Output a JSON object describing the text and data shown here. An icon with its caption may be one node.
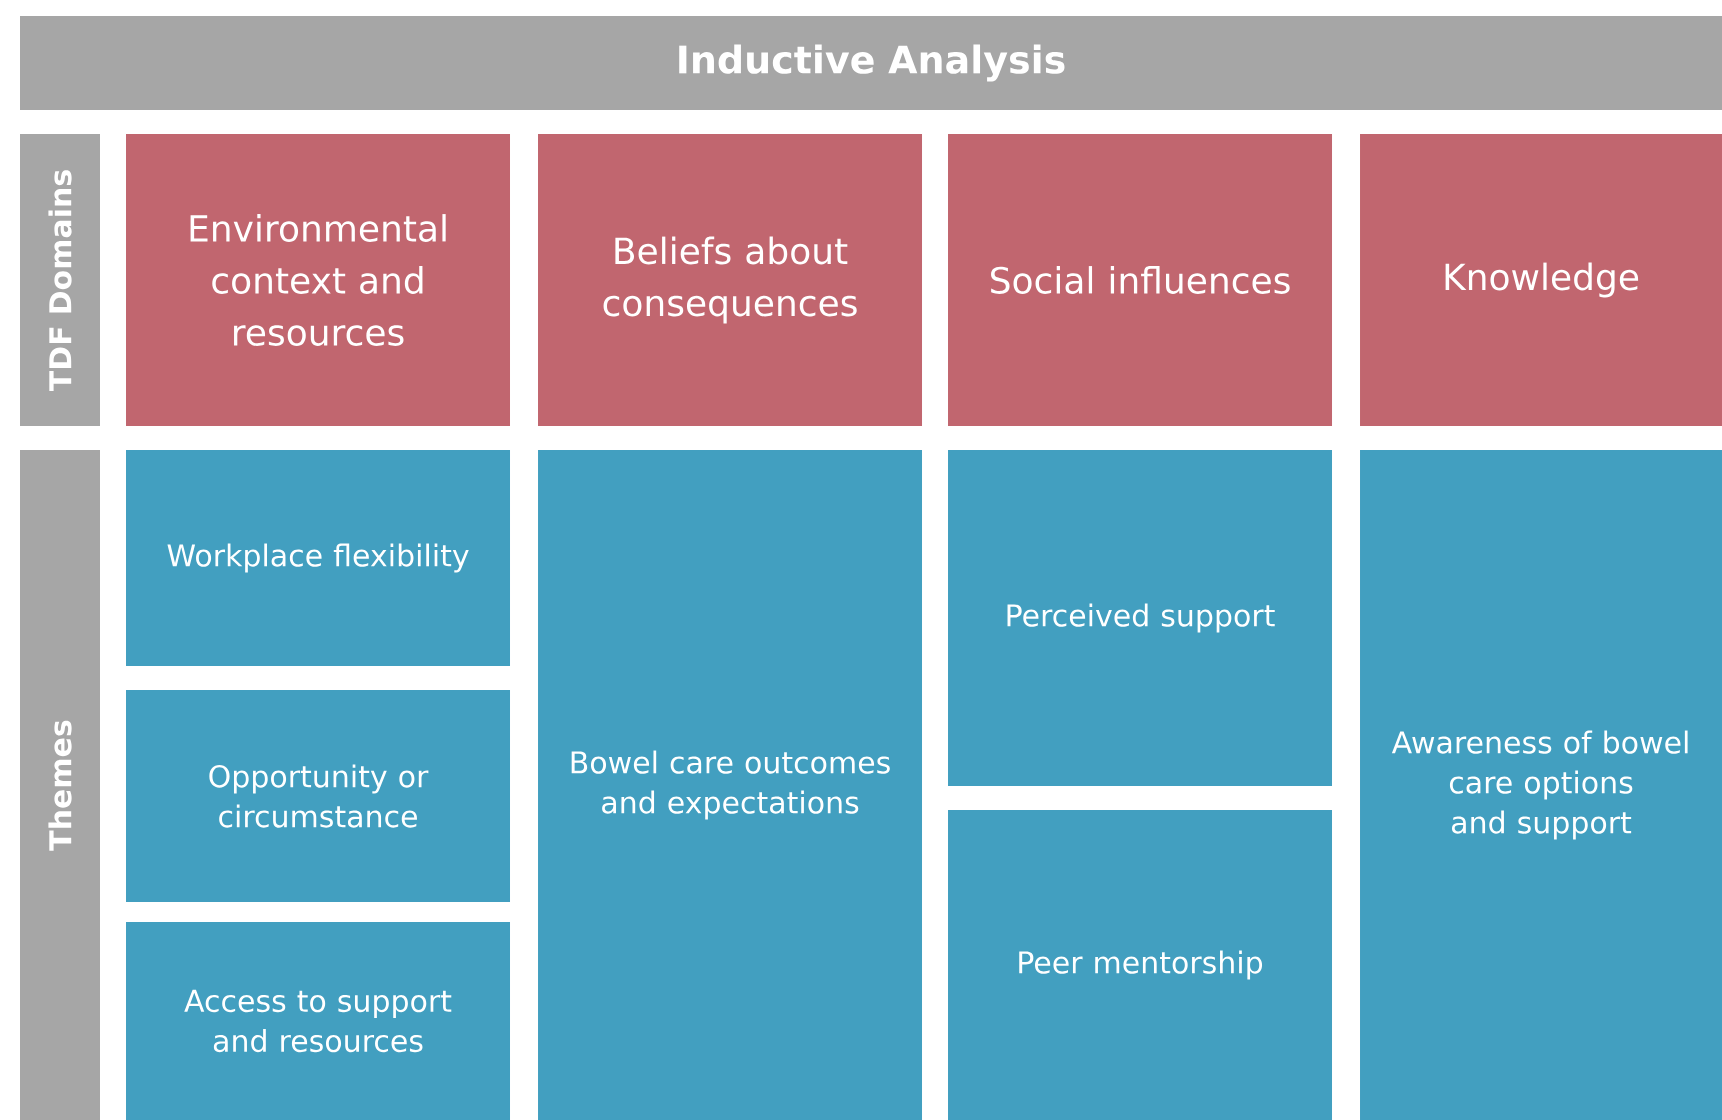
{
  "diagram": {
    "nodes": [
      {
        "text": [
          "Inductive Analysis"
        ]
      },
      {
        "text": [
          "TDF Domains"
        ]
      },
      {
        "text": [
          "Themes"
        ]
      },
      {
        "text": [
          "Environmental context and resources"
        ]
      },
      {
        "text": [
          "Beliefs about consequences"
        ]
      },
      {
        "text": [
          "Social influences"
        ]
      },
      {
        "text": [
          "Knowledge"
        ]
      },
      {
        "text": [
          "Workplace flexibility"
        ]
      },
      {
        "text": [
          "Opportunity or circumstance"
        ]
      },
      {
        "text": [
          "Access to support and resources"
        ]
      },
      {
        "text": [
          "Bowel care outcomes and expectations"
        ]
      },
      {
        "text": [
          "Perceived support"
        ]
      },
      {
        "text": [
          "Peer mentorship"
        ]
      },
      {
        "text": [
          "Awareness of bowel care options and support"
        ]
      }
    ]
  }
}
